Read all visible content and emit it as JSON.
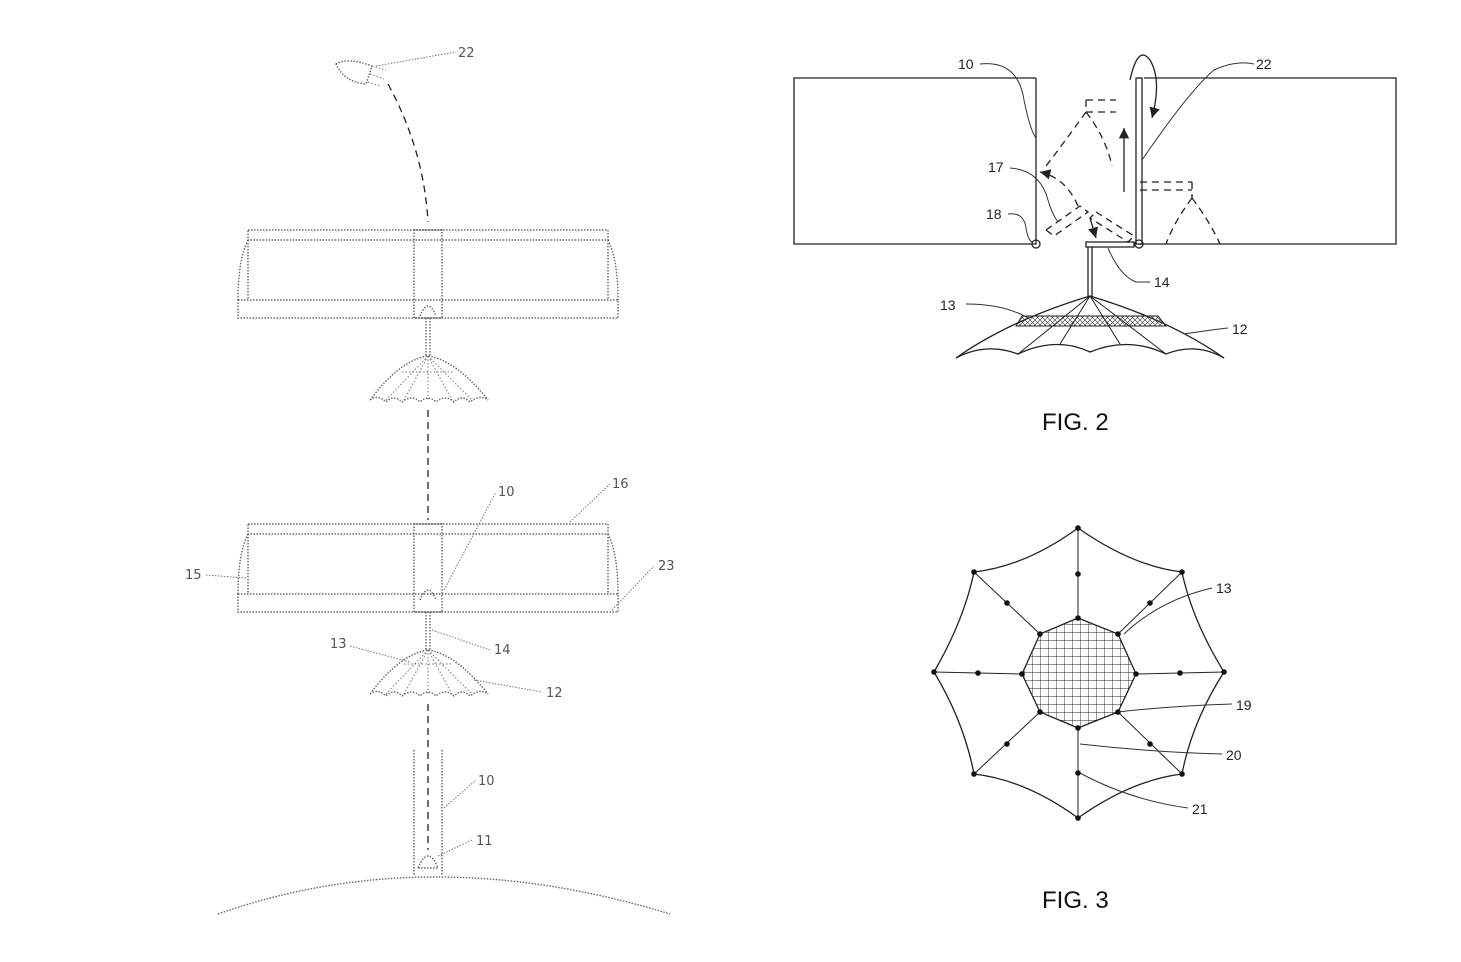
{
  "figures": {
    "fig1": {
      "labels": {
        "n22": "22",
        "n16": "16",
        "n10a": "10",
        "n15": "15",
        "n23": "23",
        "n14": "14",
        "n13": "13",
        "n12": "12",
        "n10b": "10",
        "n11": "11"
      }
    },
    "fig2": {
      "caption": "FIG. 2",
      "labels": {
        "n10": "10",
        "n22": "22",
        "n17": "17",
        "n18": "18",
        "n14": "14",
        "n13": "13",
        "n12": "12"
      }
    },
    "fig3": {
      "caption": "FIG. 3",
      "labels": {
        "n13": "13",
        "n19": "19",
        "n20": "20",
        "n21": "21"
      }
    }
  }
}
